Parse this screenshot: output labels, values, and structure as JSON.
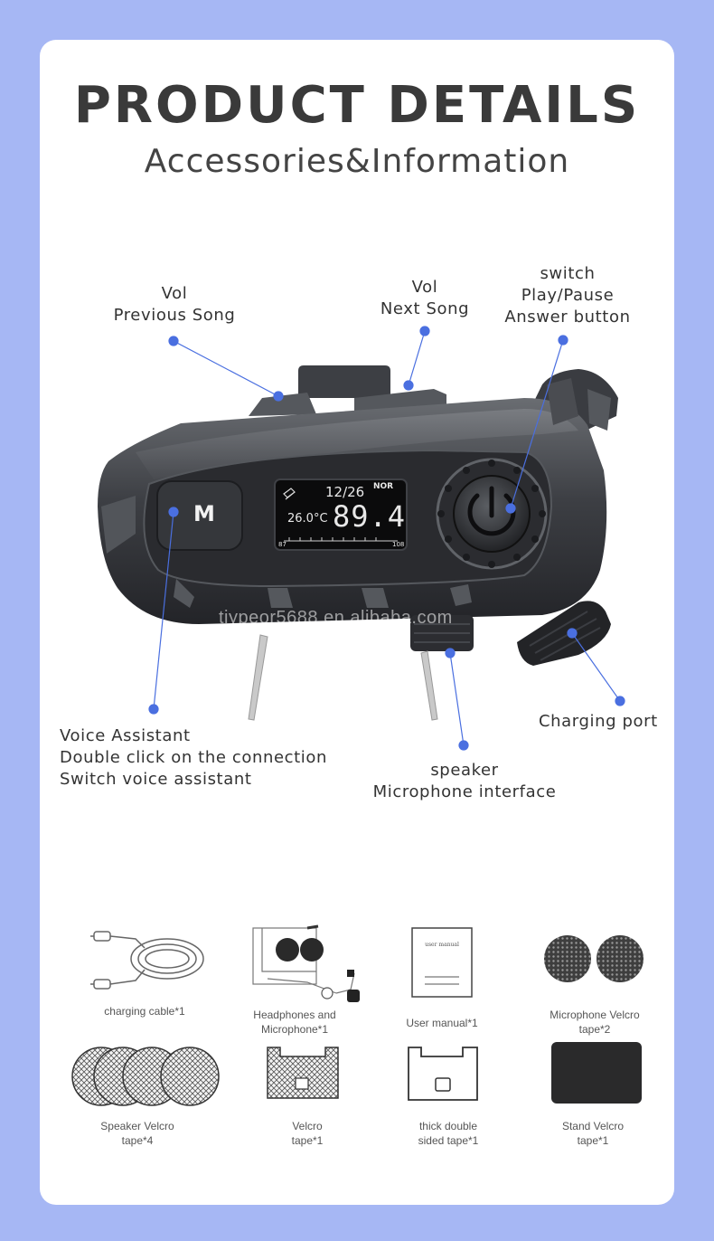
{
  "header": {
    "title": "PRODUCT DETAILS",
    "subtitle": "Accessories&Information"
  },
  "callouts": {
    "vol_prev": [
      "Vol",
      "Previous Song"
    ],
    "vol_next": [
      "Vol",
      "Next Song"
    ],
    "power": [
      "switch",
      "Play/Pause",
      "Answer button"
    ],
    "voice": [
      "Voice Assistant",
      "Double click on the connection",
      "Switch voice assistant"
    ],
    "speaker": [
      "speaker",
      "Microphone interface"
    ],
    "charging": "Charging port"
  },
  "device": {
    "m_button": "M",
    "lcd_date": "12/26",
    "lcd_mode": "NOR",
    "lcd_temp": "26.0°C",
    "lcd_freq": "89.4",
    "lcd_scale_min": "87",
    "lcd_scale_max": "108",
    "watermark": "tiypeor5688.en.alibaba.com"
  },
  "accessories": [
    {
      "lines": [
        "charging cable*1"
      ]
    },
    {
      "lines": [
        "Headphones and",
        "Microphone*1"
      ]
    },
    {
      "lines": [
        "User manual*1"
      ]
    },
    {
      "lines": [
        "Microphone Velcro",
        "tape*2"
      ]
    },
    {
      "lines": [
        "Speaker Velcro",
        "tape*4"
      ]
    },
    {
      "lines": [
        "Velcro",
        "tape*1"
      ]
    },
    {
      "lines": [
        "thick double",
        "sided tape*1"
      ]
    },
    {
      "lines": [
        "Stand Velcro",
        "tape*1"
      ]
    }
  ],
  "manual_cover_text": "user manual",
  "colors": {
    "background": "#a6b7f4",
    "card": "#ffffff",
    "dot": "#4a6fe0"
  }
}
